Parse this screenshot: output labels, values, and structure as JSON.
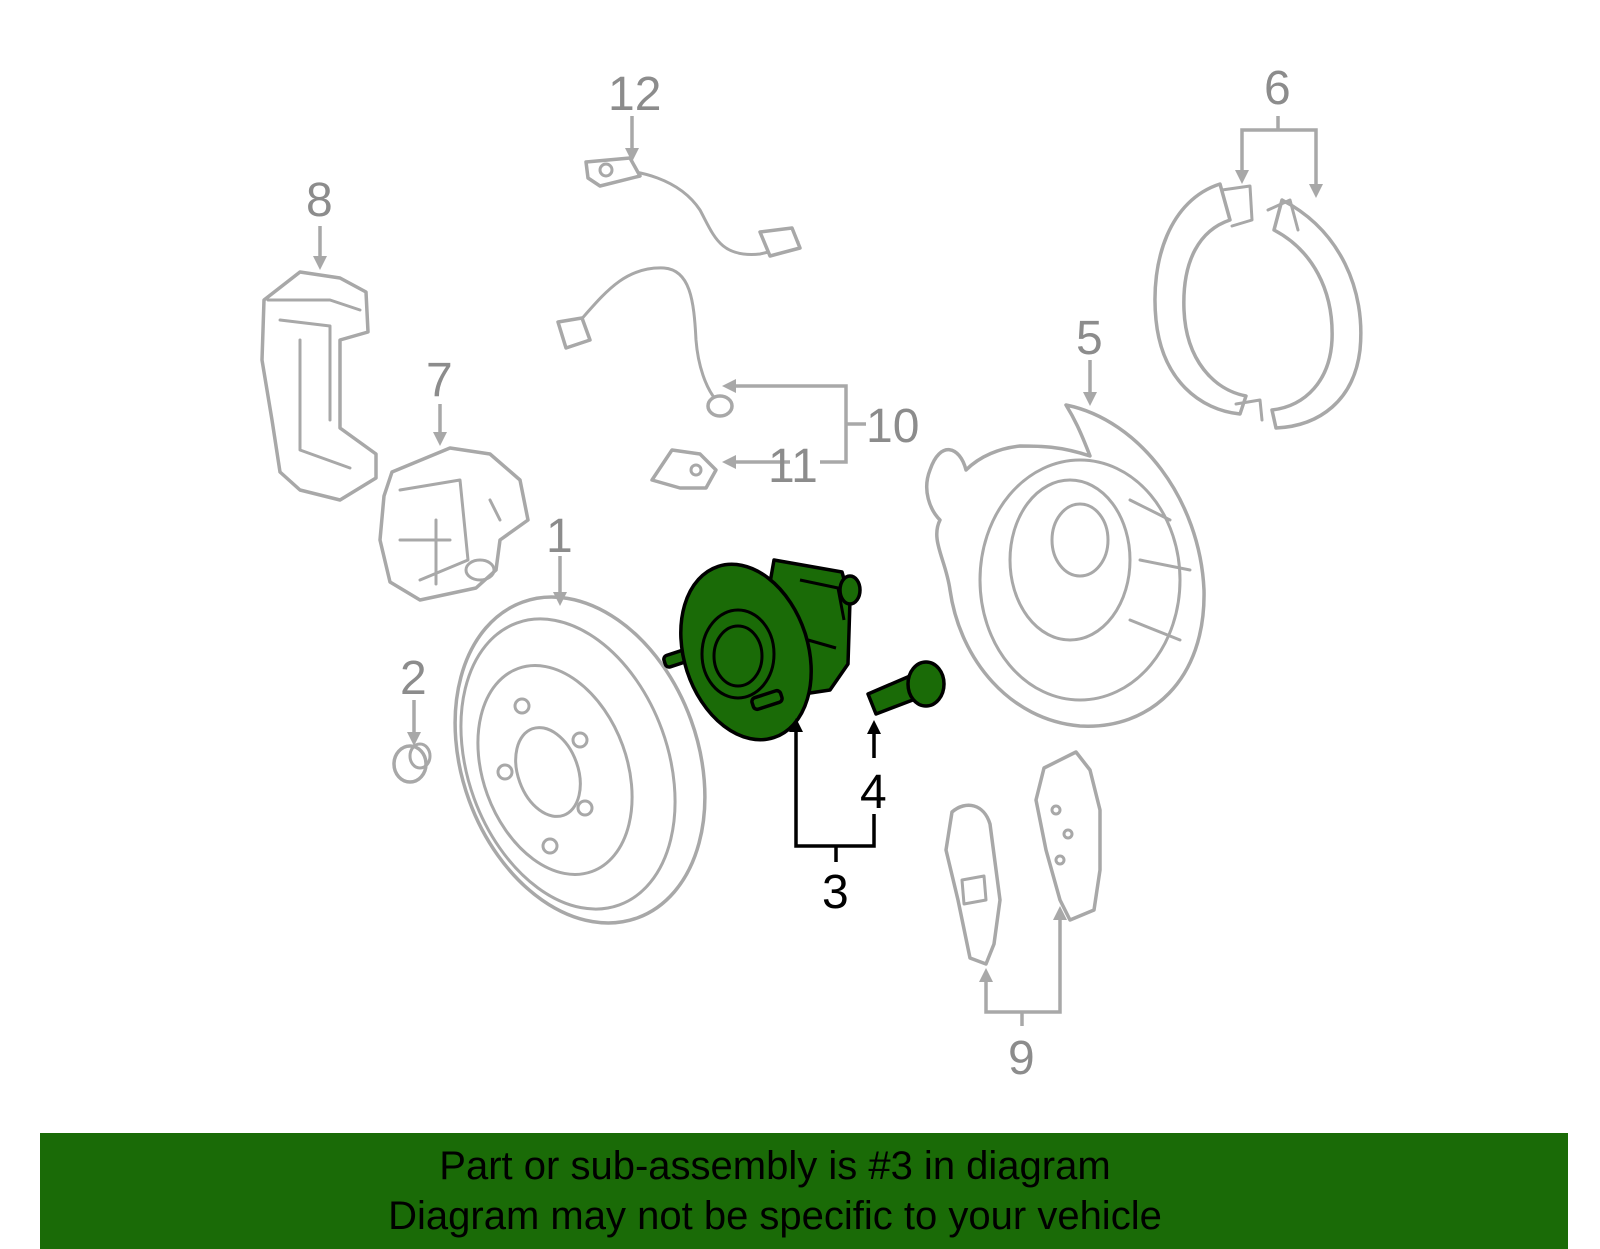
{
  "callouts": {
    "c1": "1",
    "c2": "2",
    "c3": "3",
    "c4": "4",
    "c5": "5",
    "c6": "6",
    "c7": "7",
    "c8": "8",
    "c9": "9",
    "c10": "10",
    "c11": "11",
    "c12": "12"
  },
  "highlight_color": "#1a6b07",
  "banner": {
    "line1": "Part or sub-assembly is #3 in diagram",
    "line2": "Diagram may not be specific to your vehicle"
  }
}
